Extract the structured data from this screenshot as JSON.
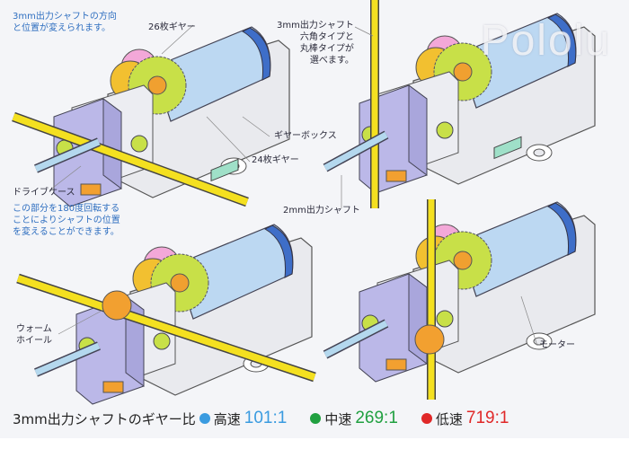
{
  "watermark": "Pololu",
  "labels": {
    "direction_note_1": "3mm出力シャフトの方向",
    "direction_note_2": "と位置が変えられます。",
    "gear26": "26枚ギヤー",
    "shaft3_1": "3mm出力シャフト",
    "shaft3_2": "六角タイプと",
    "shaft3_3": "丸棒タイプが",
    "shaft3_4": "選べます。",
    "gearbox": "ギヤーボックス",
    "gear24": "24枚ギヤー",
    "drive_case": "ドライブケース",
    "rotate_note_1": "この部分を180度回転する",
    "rotate_note_2": "ことによりシャフトの位置",
    "rotate_note_3": "を変えることができます。",
    "shaft2": "2mm出力シャフト",
    "worm_1": "ウォーム",
    "worm_2": "ホイール",
    "motor": "モーター"
  },
  "gear_ratio": {
    "title": "3mm出力シャフトのギヤー比",
    "items": [
      {
        "name": "高速",
        "ratio": "101:1",
        "color": "#3a9be0"
      },
      {
        "name": "中速",
        "ratio": "269:1",
        "color": "#20a040"
      },
      {
        "name": "低速",
        "ratio": "719:1",
        "color": "#e02828"
      }
    ]
  }
}
